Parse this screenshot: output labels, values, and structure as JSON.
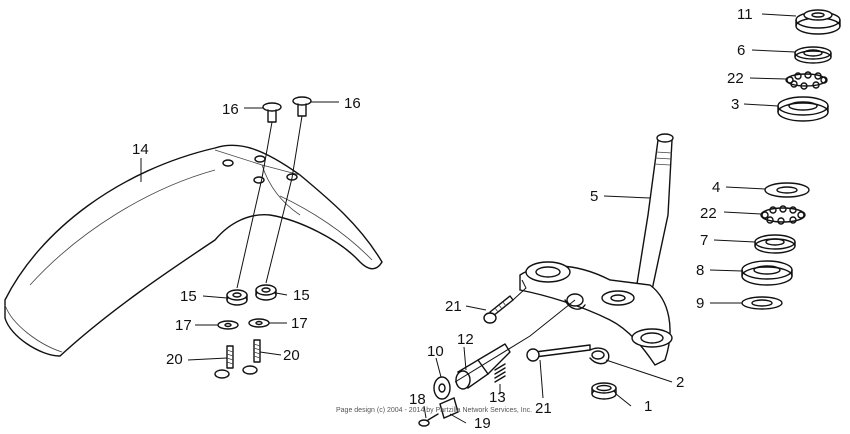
{
  "callouts": {
    "c1": "1",
    "c2": "2",
    "c3": "3",
    "c4": "4",
    "c5": "5",
    "c6": "6",
    "c7": "7",
    "c8": "8",
    "c9": "9",
    "c10": "10",
    "c11": "11",
    "c12": "12",
    "c13": "13",
    "c14": "14",
    "c15a": "15",
    "c15b": "15",
    "c16a": "16",
    "c16b": "16",
    "c17a": "17",
    "c17b": "17",
    "c18": "18",
    "c19": "19",
    "c20a": "20",
    "c20b": "20",
    "c21a": "21",
    "c21b": "21",
    "c22a": "22",
    "c22b": "22"
  },
  "footer": "Page design (c) 2004 - 2014 by Partzilla Network Services, Inc."
}
